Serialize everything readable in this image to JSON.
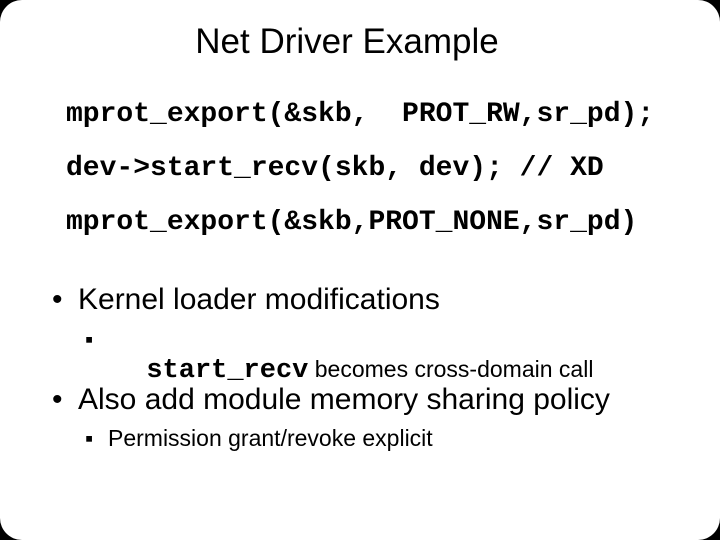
{
  "slide": {
    "title": "Net Driver Example",
    "code_lines": [
      "mprot_export(&skb,  PROT_RW,sr_pd);",
      "dev->start_recv(skb, dev); // XD",
      "mprot_export(&skb,PROT_NONE,sr_pd)"
    ],
    "bullets": [
      {
        "label": "Kernel loader modifications",
        "sub_mono": "start_recv",
        "sub_rest": " becomes cross-domain call"
      },
      {
        "label": "Also add module memory sharing policy",
        "sub_text": "Permission grant/revoke explicit"
      }
    ],
    "icons": {
      "level1_bullet": "•",
      "level2_bullet": "▪"
    },
    "colors": {
      "slide_background": "#ffffff",
      "frame_corners": "#000000",
      "text": "#000000"
    }
  }
}
